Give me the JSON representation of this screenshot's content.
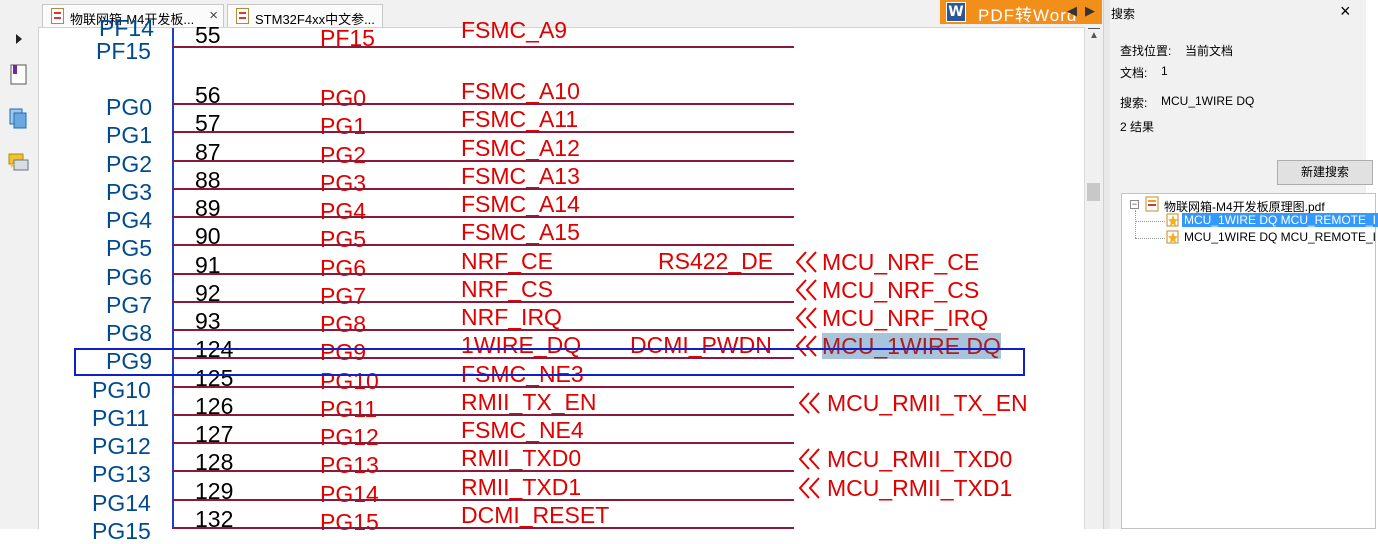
{
  "tabs": [
    {
      "label": "物联网箱-M4开发板...",
      "close": "×"
    },
    {
      "label": "STM32F4xx中文参...",
      "close": ""
    }
  ],
  "nav": {
    "left": "◀",
    "right": "▶"
  },
  "pdf_button": {
    "icon": "W",
    "label": "PDF转Word"
  },
  "search_panel": {
    "title": "搜索",
    "close": "×",
    "location_label": "查找位置:",
    "location_value": "当前文档",
    "docs_label": "文档:",
    "docs_value": "1",
    "query_label": "搜索:",
    "query_value": "MCU_1WIRE DQ",
    "result_count": "2 结果",
    "new_search": "新建搜索",
    "tree": {
      "expander": "−",
      "file": "物联网箱-M4开发板原理图.pdf",
      "results": [
        "MCU_1WIRE DQ MCU_REMOTE_I",
        "MCU_1WIRE DQ MCU_REMOTE_I"
      ]
    }
  },
  "schematic": {
    "top_partial": {
      "pin": "PF14",
      "num": "55",
      "port": "PF15",
      "fsmc": "FSMC_A9"
    },
    "pf15_label": "PF15",
    "rows": [
      {
        "pin": "PG0",
        "num": "56",
        "port": "PG0",
        "fn": "FSMC_A10",
        "fn2": "",
        "net": ""
      },
      {
        "pin": "PG1",
        "num": "57",
        "port": "PG1",
        "fn": "FSMC_A11",
        "fn2": "",
        "net": ""
      },
      {
        "pin": "PG2",
        "num": "87",
        "port": "PG2",
        "fn": "FSMC_A12",
        "fn2": "",
        "net": ""
      },
      {
        "pin": "PG3",
        "num": "88",
        "port": "PG3",
        "fn": "FSMC_A13",
        "fn2": "",
        "net": ""
      },
      {
        "pin": "PG4",
        "num": "89",
        "port": "PG4",
        "fn": "FSMC_A14",
        "fn2": "",
        "net": ""
      },
      {
        "pin": "PG5",
        "num": "90",
        "port": "PG5",
        "fn": "FSMC_A15",
        "fn2": "",
        "net": ""
      },
      {
        "pin": "PG6",
        "num": "91",
        "port": "PG6",
        "fn": "NRF_CE",
        "fn2": "RS422_DE",
        "net": "MCU_NRF_CE"
      },
      {
        "pin": "PG7",
        "num": "92",
        "port": "PG7",
        "fn": "NRF_CS",
        "fn2": "",
        "net": "MCU_NRF_CS"
      },
      {
        "pin": "PG8",
        "num": "93",
        "port": "PG8",
        "fn": "NRF_IRQ",
        "fn2": "",
        "net": "MCU_NRF_IRQ"
      },
      {
        "pin": "PG9",
        "num": "124",
        "port": "PG9",
        "fn": "1WIRE_DQ",
        "fn2": "DCMI_PWDN",
        "net": "MCU_1WIRE DQ"
      },
      {
        "pin": "PG10",
        "num": "125",
        "port": "PG10",
        "fn": "FSMC_NE3",
        "fn2": "",
        "net": ""
      },
      {
        "pin": "PG11",
        "num": "126",
        "port": "PG11",
        "fn": "RMII_TX_EN",
        "fn2": "",
        "net": "MCU_RMII_TX_EN"
      },
      {
        "pin": "PG12",
        "num": "127",
        "port": "PG12",
        "fn": "FSMC_NE4",
        "fn2": "",
        "net": ""
      },
      {
        "pin": "PG13",
        "num": "128",
        "port": "PG13",
        "fn": "RMII_TXD0",
        "fn2": "",
        "net": "MCU_RMII_TXD0"
      },
      {
        "pin": "PG14",
        "num": "129",
        "port": "PG14",
        "fn": "RMII_TXD1",
        "fn2": "",
        "net": "MCU_RMII_TXD1"
      },
      {
        "pin": "PG15",
        "num": "132",
        "port": "PG15",
        "fn": "DCMI_RESET",
        "fn2": "",
        "net": ""
      }
    ]
  },
  "colors": {
    "pin_label": "#004a8f",
    "signal_red": "#e00000",
    "bus_line": "#1c3fcf",
    "trace": "#8b1a3a",
    "highlight_box": "#1020c8",
    "search_highlight": "#a8c4dc",
    "pdf_button": "#f28f1a"
  }
}
